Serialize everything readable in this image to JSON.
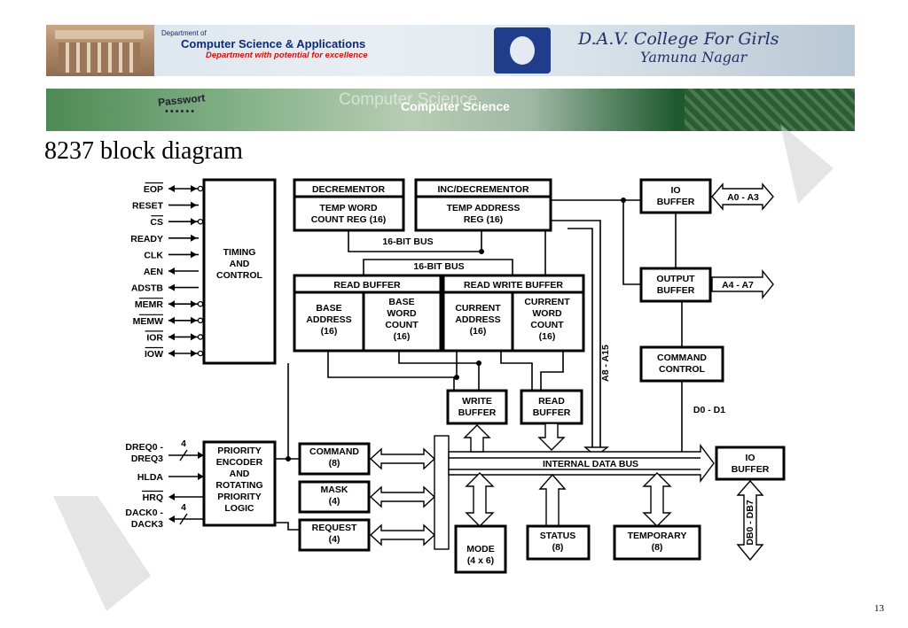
{
  "banner": {
    "dept_small": "Department of",
    "dept_name": "Computer Science & Applications",
    "dept_tagline": "Department with potential for excellence",
    "college_line1": "D.A.V. College For Girls",
    "college_line2": "Yamuna Nagar",
    "login_label": "Passwort",
    "login_dots": "••••••",
    "banner_text": "Computer Science"
  },
  "slide": {
    "title": "8237 block diagram",
    "page_number": "13"
  },
  "signals_left": [
    {
      "label": "EOP",
      "overline": true,
      "dir": "bi"
    },
    {
      "label": "RESET",
      "overline": false,
      "dir": "in"
    },
    {
      "label": "CS",
      "overline": true,
      "dir": "in"
    },
    {
      "label": "READY",
      "overline": false,
      "dir": "in"
    },
    {
      "label": "CLK",
      "overline": false,
      "dir": "in"
    },
    {
      "label": "AEN",
      "overline": false,
      "dir": "out"
    },
    {
      "label": "ADSTB",
      "overline": false,
      "dir": "out"
    },
    {
      "label": "MEMR",
      "overline": true,
      "dir": "bi"
    },
    {
      "label": "MEMW",
      "overline": true,
      "dir": "bi"
    },
    {
      "label": "IOR",
      "overline": true,
      "dir": "bi"
    },
    {
      "label": "IOW",
      "overline": true,
      "dir": "bi"
    }
  ],
  "blocks": {
    "timing": [
      "TIMING",
      "AND",
      "CONTROL"
    ],
    "decrementor_title": "DECREMENTOR",
    "decrementor_body": [
      "TEMP WORD",
      "COUNT REG (16)"
    ],
    "incdec_title": "INC/DECREMENTOR",
    "incdec_body": [
      "TEMP ADDRESS",
      "REG (16)"
    ],
    "io_buffer_top": [
      "IO",
      "BUFFER"
    ],
    "output_buffer": [
      "OUTPUT",
      "BUFFER"
    ],
    "bus_label_1": "16-BIT BUS",
    "bus_label_2": "16-BIT BUS",
    "read_buffer_title": "READ BUFFER",
    "base_address": [
      "BASE",
      "ADDRESS",
      "(16)"
    ],
    "base_word_count": [
      "BASE",
      "WORD",
      "COUNT",
      "(16)"
    ],
    "read_write_buffer_title": "READ WRITE BUFFER",
    "current_address": [
      "CURRENT",
      "ADDRESS",
      "(16)"
    ],
    "current_word_count": [
      "CURRENT",
      "WORD",
      "COUNT",
      "(16)"
    ],
    "command_control": [
      "COMMAND",
      "CONTROL"
    ],
    "write_buffer": [
      "WRITE",
      "BUFFER"
    ],
    "read_buffer_small": [
      "READ",
      "BUFFER"
    ],
    "d0_d1": "D0 - D1",
    "a8_a15": "A8 - A15",
    "a0_a3": "A0 - A3",
    "a4_a7": "A4 - A7",
    "priority": [
      "PRIORITY",
      "ENCODER",
      "AND",
      "ROTATING",
      "PRIORITY",
      "LOGIC"
    ],
    "command_reg": [
      "COMMAND",
      "(8)"
    ],
    "mask_reg": [
      "MASK",
      "(4)"
    ],
    "request_reg": [
      "REQUEST",
      "(4)"
    ],
    "internal_bus": "INTERNAL DATA BUS",
    "io_buffer_bottom": [
      "IO",
      "BUFFER"
    ],
    "db0_db7": "DB0 - DB7",
    "mode_reg": [
      "MODE",
      "(4 x 6)"
    ],
    "status_reg": [
      "STATUS",
      "(8)"
    ],
    "temporary_reg": [
      "TEMPORARY",
      "(8)"
    ]
  },
  "signals_lower_left": [
    {
      "label": "DREQ0 -",
      "label2": "DREQ3",
      "width": "4"
    },
    {
      "label": "HLDA"
    },
    {
      "label": "HRQ",
      "overline": true
    },
    {
      "label": "DACK0 -",
      "label2": "DACK3",
      "width": "4"
    }
  ]
}
